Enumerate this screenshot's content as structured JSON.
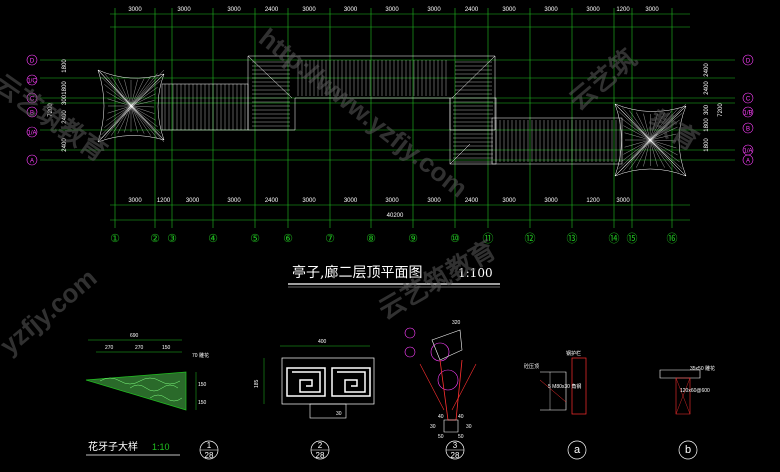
{
  "plan": {
    "title": "亭子,廊二层顶平面图",
    "scale": "1:100",
    "top_dims": [
      "3000",
      "3000",
      "3000",
      "2400",
      "3000",
      "3000",
      "3000",
      "3000",
      "2400",
      "3000",
      "3000",
      "3000",
      "1200",
      "3000"
    ],
    "bottom_dims": [
      "3000",
      "1200",
      "3000",
      "3000",
      "2400",
      "3000",
      "3000",
      "3000",
      "3000",
      "2400",
      "3000",
      "3000",
      "1200",
      "3000"
    ],
    "overall_dim": "40200",
    "grid_labels": [
      "①",
      "②",
      "③",
      "④",
      "⑤",
      "⑥",
      "⑦",
      "⑧",
      "⑨",
      "⑩",
      "⑪",
      "⑫",
      "⑬",
      "⑭",
      "⑮",
      "⑯"
    ],
    "left_axes": [
      "D",
      "1/C",
      "C",
      "B",
      "1/A",
      "A"
    ],
    "right_axes": [
      "D",
      "C",
      "1/B",
      "B",
      "1/A",
      "A"
    ],
    "left_dims": [
      "1800",
      "1800",
      "300",
      "2400",
      "2400"
    ],
    "left_total": "7200",
    "right_dims": [
      "2400",
      "2400",
      "300",
      "1800",
      "1800"
    ],
    "right_total": "7200"
  },
  "details": {
    "bracket_title": "花牙子大样",
    "bracket_scale": "1:10",
    "bracket_dims": [
      "690",
      "270",
      "270",
      "150"
    ],
    "bracket_note": "70 雕花",
    "bracket_side": [
      "150",
      "150"
    ],
    "panel_width": "400",
    "panel_height": "185",
    "panel_bottom": "30",
    "section_dims": [
      "320",
      "30",
      "30",
      "40",
      "40",
      "50",
      "50"
    ],
    "section_note": "5 M80x30 角钢",
    "section_a_labels": [
      "砼压顶",
      "钢护栏",
      "5 M80x30 角钢"
    ],
    "section_b_labels": [
      "35x50 雕花",
      "120x60@600"
    ],
    "markers": [
      {
        "num": "1",
        "sheet": "28"
      },
      {
        "num": "2",
        "sheet": "28"
      },
      {
        "num": "3",
        "sheet": "28"
      },
      {
        "num": "a",
        "sheet": ""
      },
      {
        "num": "b",
        "sheet": ""
      }
    ]
  },
  "watermarks": [
    "云艺筑教育",
    "http://www.yzfjy.com",
    "yzfjy.com",
    "云艺筑",
    "教育"
  ],
  "colors": {
    "grid": "#20c020",
    "roof": "#ffffff",
    "dim": "#ffffff",
    "accent": "#ff3030",
    "magenta": "#ff40ff",
    "background": "#000000"
  }
}
